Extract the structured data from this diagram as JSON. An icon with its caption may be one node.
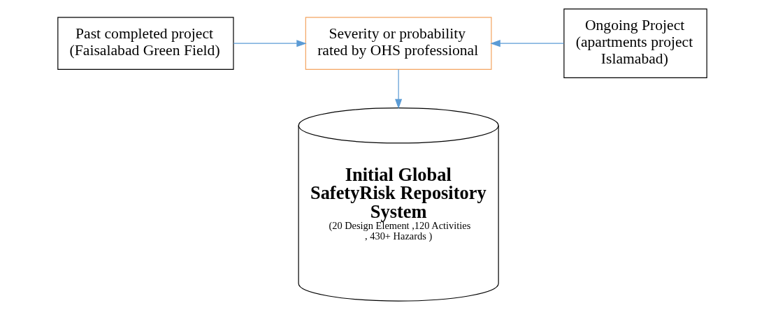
{
  "diagram": {
    "nodes": [
      {
        "text": [
          "Past completed project (Faisalabad Green Field)"
        ]
      },
      {
        "text": [
          "Severity or probability rated by OHS professional"
        ]
      },
      {
        "text": [
          "Ongoing Project (apartments project Islamabad)"
        ]
      },
      {
        "text": [
          "Initial Global SafetyRisk Repository System",
          "(20 Design Element ,120 Activities , 430+ Hazards )"
        ]
      }
    ],
    "edges": [
      {
        "from": 0,
        "to": 1,
        "arrow": "to"
      },
      {
        "from": 2,
        "to": 1,
        "arrow": "to"
      },
      {
        "from": 1,
        "to": 3,
        "arrow": "to"
      }
    ]
  }
}
